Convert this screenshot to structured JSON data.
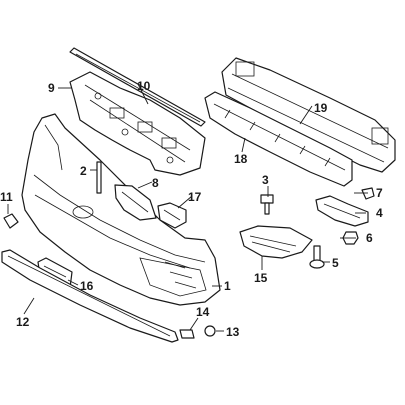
{
  "diagram": {
    "background": "#ffffff",
    "stroke_color": "#1a1a1a",
    "callouts": {
      "c1": "1",
      "c2": "2",
      "c3": "3",
      "c4": "4",
      "c5": "5",
      "c6": "6",
      "c7": "7",
      "c8": "8",
      "c9": "9",
      "c10": "10",
      "c11": "11",
      "c12": "12",
      "c13": "13",
      "c14": "14",
      "c15": "15",
      "c16": "16",
      "c17": "17",
      "c18": "18",
      "c19": "19"
    }
  }
}
